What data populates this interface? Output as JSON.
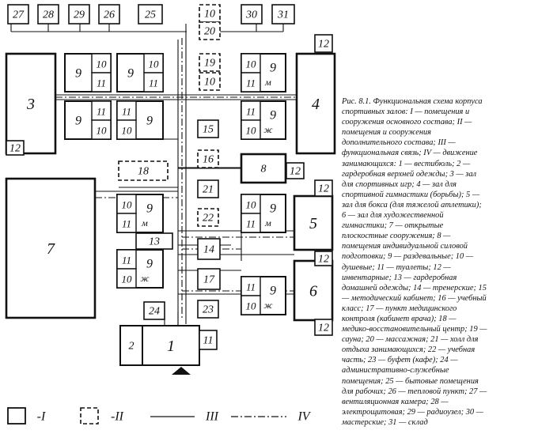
{
  "diagram": {
    "solid_rooms": [
      {
        "id": "r27",
        "label": "27"
      },
      {
        "id": "r28",
        "label": "28"
      },
      {
        "id": "r29",
        "label": "29"
      },
      {
        "id": "r26",
        "label": "26"
      },
      {
        "id": "r25",
        "label": "25"
      },
      {
        "id": "r30",
        "label": "30"
      },
      {
        "id": "r31",
        "label": "31"
      },
      {
        "id": "r3",
        "label": "3"
      },
      {
        "id": "r4",
        "label": "4"
      },
      {
        "id": "r7",
        "label": "7"
      },
      {
        "id": "r8",
        "label": "8"
      },
      {
        "id": "r5",
        "label": "5"
      },
      {
        "id": "r6",
        "label": "6"
      },
      {
        "id": "r1",
        "label": "1"
      },
      {
        "id": "r2",
        "label": "2"
      },
      {
        "id": "r24",
        "label": "24"
      },
      {
        "id": "r11e",
        "label": "11"
      },
      {
        "id": "r15",
        "label": "15"
      },
      {
        "id": "r21",
        "label": "21"
      },
      {
        "id": "r14",
        "label": "14"
      },
      {
        "id": "r17",
        "label": "17"
      },
      {
        "id": "r23",
        "label": "23"
      },
      {
        "id": "r13",
        "label": "13"
      },
      {
        "id": "r12a",
        "label": "12"
      },
      {
        "id": "r12b",
        "label": "12"
      },
      {
        "id": "r12c",
        "label": "12"
      },
      {
        "id": "r12d",
        "label": "12"
      },
      {
        "id": "r12e",
        "label": "12"
      },
      {
        "id": "r12f",
        "label": "12"
      }
    ],
    "dashed_rooms": [
      {
        "id": "d10a",
        "label": "10"
      },
      {
        "id": "d20",
        "label": "20"
      },
      {
        "id": "d19",
        "label": "19"
      },
      {
        "id": "d10b",
        "label": "10"
      },
      {
        "id": "d16",
        "label": "16"
      },
      {
        "id": "d18",
        "label": "18"
      },
      {
        "id": "d22",
        "label": "22"
      }
    ],
    "groups": [
      {
        "id": "g1",
        "n9": "9",
        "n10": "10",
        "n11": "11",
        "mark": ""
      },
      {
        "id": "g2",
        "n9": "9",
        "n10": "10",
        "n11": "11",
        "mark": ""
      },
      {
        "id": "g3",
        "n9": "9",
        "n10": "10",
        "n11": "11",
        "mark": ""
      },
      {
        "id": "g4",
        "n9": "9",
        "n10": "10",
        "n11": "11",
        "mark": ""
      },
      {
        "id": "g5",
        "n9": "9",
        "n10": "10",
        "n11": "11",
        "mark": "м"
      },
      {
        "id": "g6",
        "n9": "9",
        "n10": "10",
        "n11": "11",
        "mark": "ж"
      },
      {
        "id": "g7",
        "n9": "9",
        "n10": "10",
        "n11": "11",
        "mark": "м"
      },
      {
        "id": "g8",
        "n9": "9",
        "n10": "10",
        "n11": "11",
        "mark": "ж"
      },
      {
        "id": "g9",
        "n9": "9",
        "n10": "10",
        "n11": "11",
        "mark": "м"
      },
      {
        "id": "g10",
        "n9": "9",
        "n10": "10",
        "n11": "11",
        "mark": "ж"
      }
    ],
    "legend": [
      {
        "id": "I",
        "label": "-I"
      },
      {
        "id": "II",
        "label": "-II"
      },
      {
        "id": "III",
        "label": "III"
      },
      {
        "id": "IV",
        "label": "IV"
      }
    ]
  },
  "caption": {
    "lines": [
      "Рис. 8.1. Функциональная схема корпуса",
      "спортивных залов: I — помещения и",
      "сооружения основного состава; II —",
      "помещения и сооружения",
      "дополнительного состава; III —",
      "функциональная связь; IV — движение",
      "занимающихся: 1 — вестибюль; 2 —",
      "гардеробная верхней одежды; 3 — зал",
      "для спортивных игр; 4 — зал для",
      "спортивной гимнастики (борьбы); 5 —",
      "зал для бокса (для тяжелой атлетики);",
      "6 — зал для художественной",
      "гимнастики; 7 — открытые",
      "плоскостные сооружения; 8 —",
      "помещения индивидуальной силовой",
      "подготовки; 9 — раздевальные; 10 —",
      "душевые; 11 — туалеты; 12 —",
      "инвентарные; 13 — гардеробная",
      "домашней одежды; 14 — тренерские; 15",
      "— методический кабинет; 16 — учебный",
      "класс; 17 — пункт медицинского",
      "контроля (кабинет врача); 18 —",
      "медико-восстановительный центр; 19 —",
      "сауна; 20 — массажная; 21 — холл для",
      "отдыха занимающихся; 22 — учебная",
      "часть; 23 — буфет (кафе); 24 —",
      "административно-служебные",
      "помещения; 25 — бытовые помещения",
      "для рабочих; 26 — тепловой пункт; 27 —",
      "вентиляционная камера; 28 —",
      "электрощитовая; 29 — радиоузел; 30 —",
      "мастерские; 31 — склад"
    ]
  }
}
